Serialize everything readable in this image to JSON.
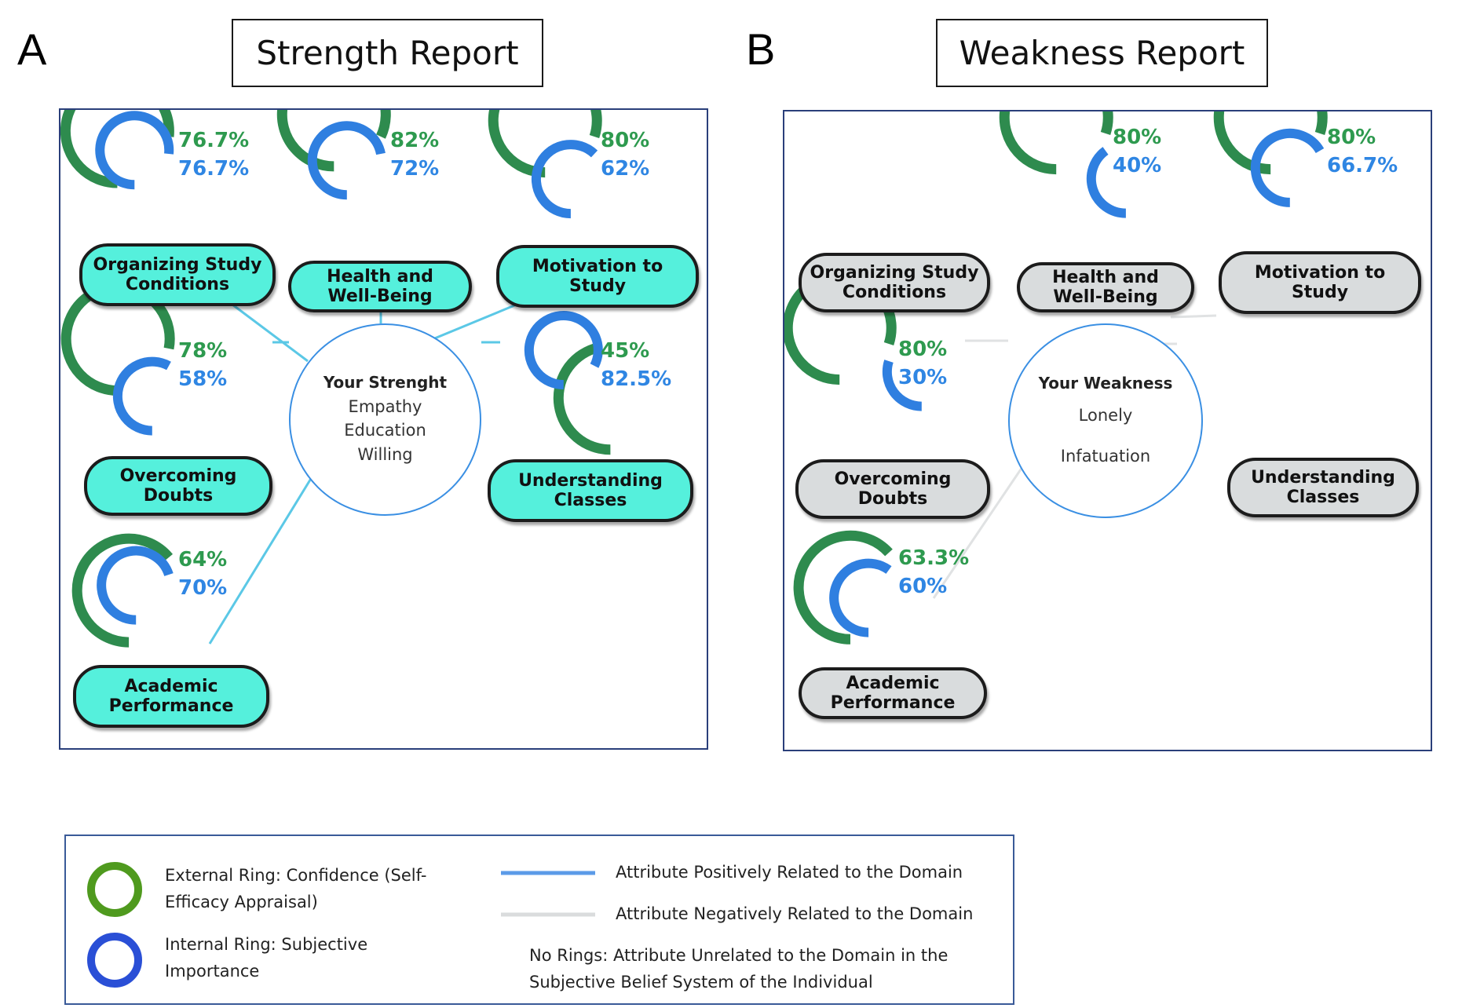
{
  "panel_a": {
    "letter": "A",
    "title": "Strength Report",
    "center": {
      "title": "Your Strenght",
      "items": [
        "Empathy",
        "Education",
        "Willing"
      ]
    },
    "domains": [
      {
        "label": "Organizing Study Conditions",
        "confidence": "76.7%",
        "importance": "76.7%",
        "confidence_value": 76.7,
        "importance_value": 76.7
      },
      {
        "label": "Health and Well-Being",
        "confidence": "82%",
        "importance": "72%",
        "confidence_value": 82,
        "importance_value": 72
      },
      {
        "label": "Motivation to Study",
        "confidence": "80%",
        "importance": "62%",
        "confidence_value": 80,
        "importance_value": 62
      },
      {
        "label": "Overcoming Doubts",
        "confidence": "78%",
        "importance": "58%",
        "confidence_value": 78,
        "importance_value": 58
      },
      {
        "label": "Understanding Classes",
        "confidence": "45%",
        "importance": "82.5%",
        "confidence_value": 45,
        "importance_value": 82.5
      },
      {
        "label": "Academic Performance",
        "confidence": "64%",
        "importance": "70%",
        "confidence_value": 64,
        "importance_value": 70
      }
    ]
  },
  "panel_b": {
    "letter": "B",
    "title": "Weakness Report",
    "center": {
      "title": "Your Weakness",
      "items": [
        "Lonely",
        "Infatuation"
      ]
    },
    "domains": [
      {
        "label": "Organizing Study Conditions",
        "rings": false
      },
      {
        "label": "Health and Well-Being",
        "confidence": "80%",
        "importance": "40%",
        "confidence_value": 80,
        "importance_value": 40
      },
      {
        "label": "Motivation to Study",
        "confidence": "80%",
        "importance": "66.7%",
        "confidence_value": 80,
        "importance_value": 66.7
      },
      {
        "label": "Overcoming Doubts",
        "confidence": "80%",
        "importance": "30%",
        "confidence_value": 80,
        "importance_value": 30
      },
      {
        "label": "Understanding Classes",
        "rings": false
      },
      {
        "label": "Academic Performance",
        "confidence": "63.3%",
        "importance": "60%",
        "confidence_value": 63.3,
        "importance_value": 60
      }
    ]
  },
  "legend": {
    "external_ring": "External Ring:  Confidence (Self-Efficacy Appraisal)",
    "internal_ring": "Internal Ring: Subjective Importance",
    "positive": "Attribute Positively Related to the Domain",
    "negative": "Attribute Negatively Related to the Domain",
    "no_rings": "No Rings: Attribute Unrelated to the Domain in the Subjective Belief System of the Individual"
  },
  "colors": {
    "confidence_ring": "#2e8b4e",
    "importance_ring": "#2f7fe0",
    "strength_pill": "#55f0dc",
    "weakness_pill": "#d9dcdd",
    "positive_line": "#5bc8e6",
    "negative_line": "#e0e2e3"
  }
}
